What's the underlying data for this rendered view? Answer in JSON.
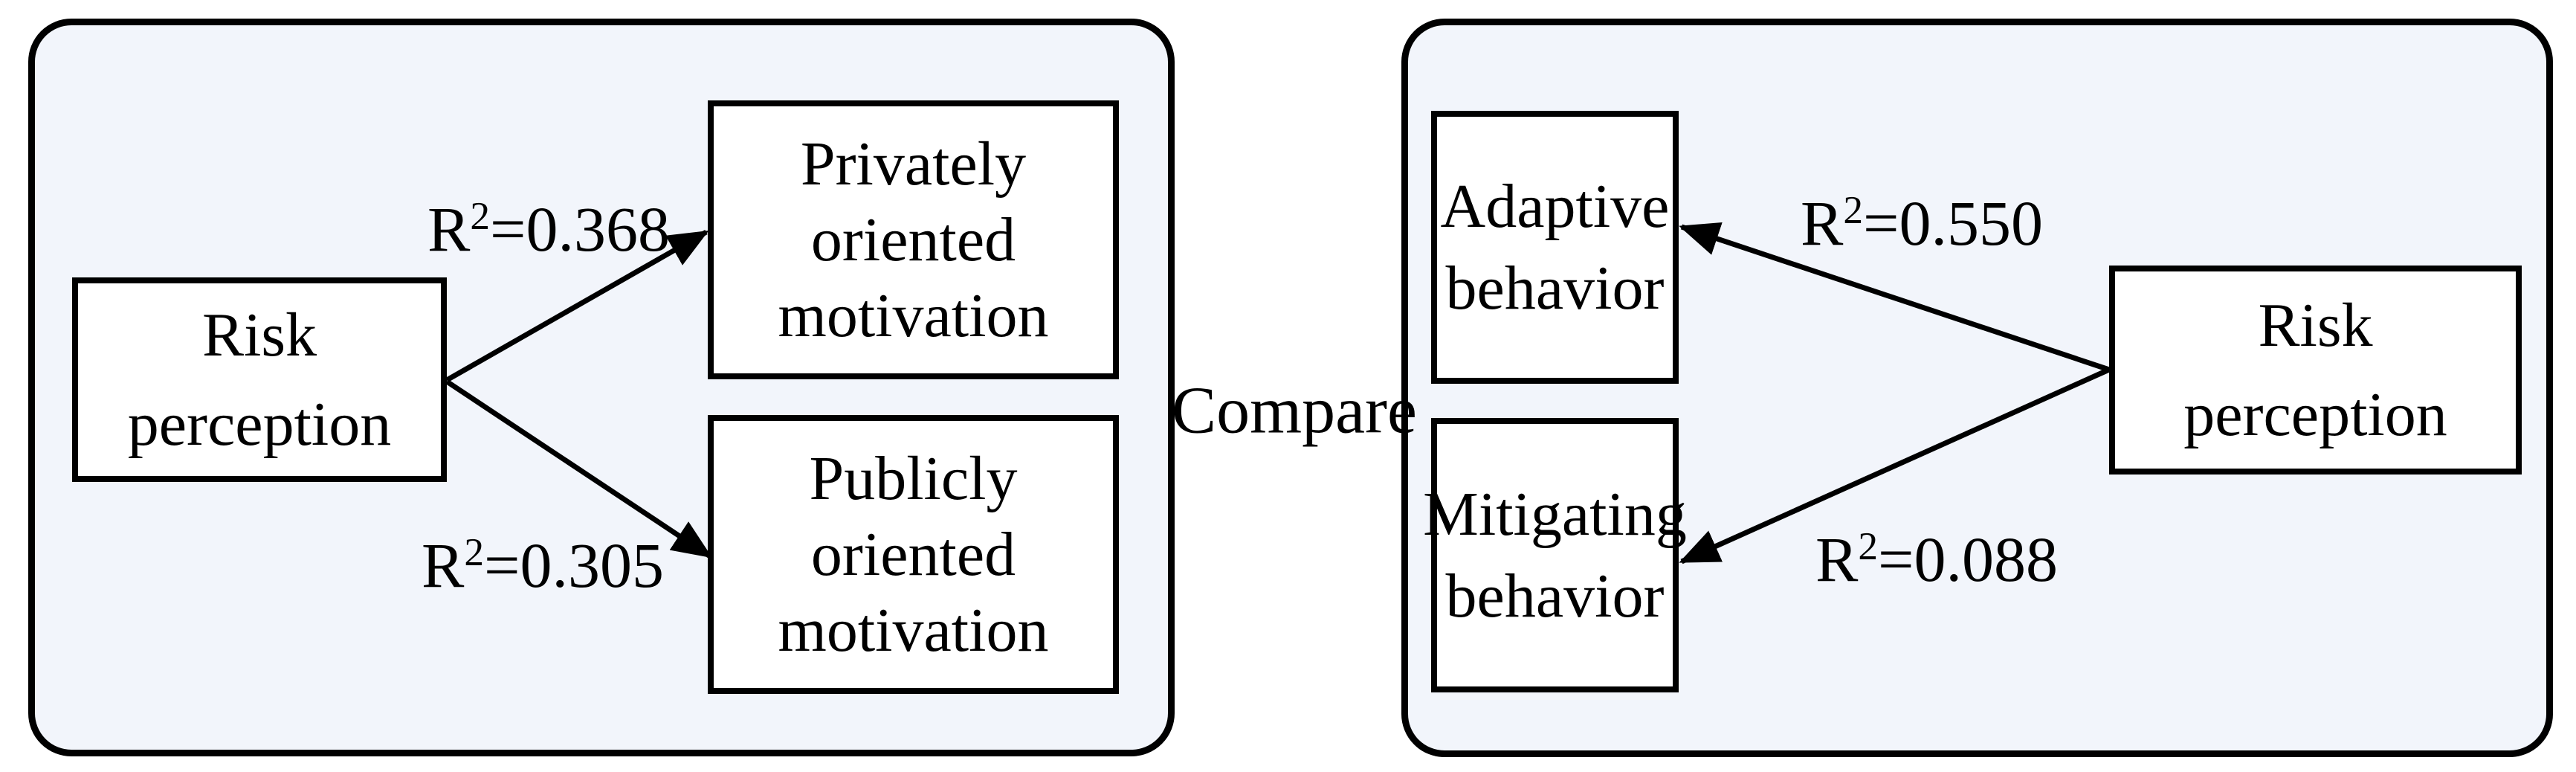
{
  "figure": {
    "compare_label": "Compare",
    "colors": {
      "panel_fill": "#f2f5fb",
      "box_fill": "#ffffff",
      "stroke": "#000000",
      "text": "#000000"
    },
    "left_panel": {
      "risk_box": {
        "line1": "Risk",
        "line2": "perception"
      },
      "privately_box": {
        "line1": "Privately",
        "line2": "oriented",
        "line3": "motivation"
      },
      "publicly_box": {
        "line1": "Publicly",
        "line2": "oriented",
        "line3": "motivation"
      },
      "r2_top": {
        "base": "R",
        "sup": "2",
        "rest": "=0.368"
      },
      "r2_bottom": {
        "base": "R",
        "sup": "2",
        "rest": "=0.305"
      }
    },
    "right_panel": {
      "adaptive_box": {
        "line1": "Adaptive",
        "line2": "behavior"
      },
      "mitigating_box": {
        "line1": "Mitigating",
        "line2": "behavior"
      },
      "risk_box": {
        "line1": "Risk",
        "line2": "perception"
      },
      "r2_top": {
        "base": "R",
        "sup": "2",
        "rest": "=0.550"
      },
      "r2_bottom": {
        "base": "R",
        "sup": "2",
        "rest": "=0.088"
      }
    }
  }
}
